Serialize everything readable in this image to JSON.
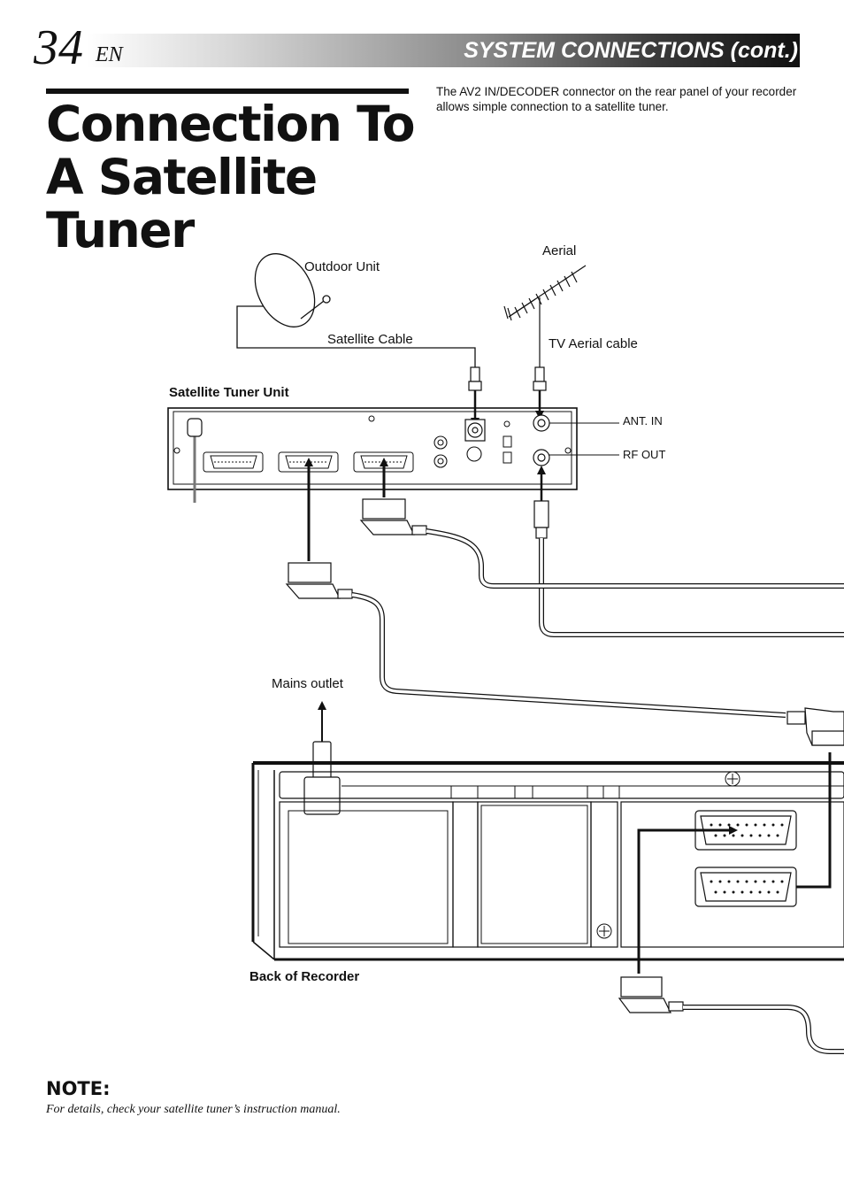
{
  "header": {
    "page_number": "34",
    "language": "EN",
    "section_title": "SYSTEM CONNECTIONS (cont.)"
  },
  "title": "Connection To\nA Satellite\nTuner",
  "intro": "The AV2 IN/DECODER connector on the rear panel of your recorder allows simple connection to a satellite tuner.",
  "diagram": {
    "labels": {
      "outdoor_unit": "Outdoor Unit",
      "aerial": "Aerial",
      "satellite_cable": "Satellite Cable",
      "tv_aerial_cable": "TV Aerial cable",
      "satellite_tuner_unit": "Satellite Tuner Unit",
      "ant_in": "ANT. IN",
      "rf_out": "RF OUT",
      "mains_outlet": "Mains outlet",
      "back_of_recorder": "Back of Recorder"
    }
  },
  "note": {
    "heading": "NOTE:",
    "text": "For details, check your satellite tuner’s instruction manual."
  }
}
